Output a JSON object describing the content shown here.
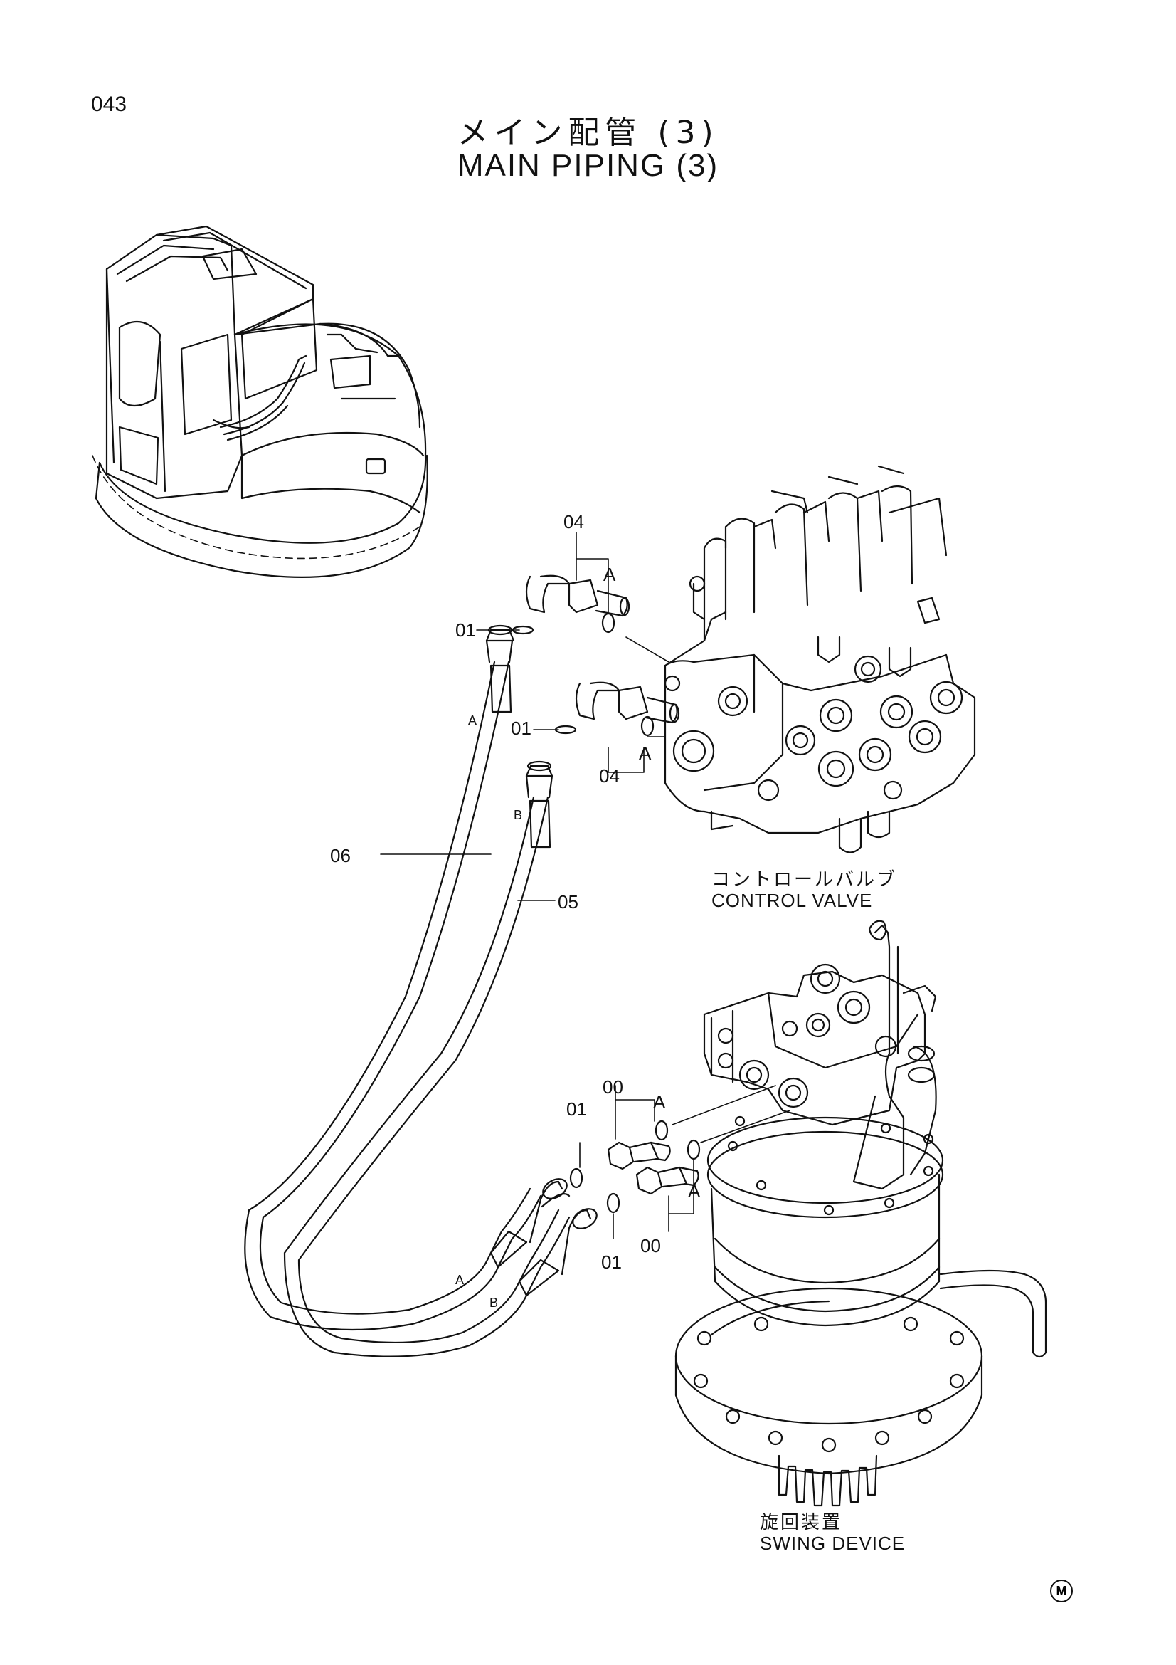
{
  "page": {
    "number": "043",
    "title_jp": "メイン配管 (3)",
    "title_en": "MAIN PIPING (3)",
    "corner_mark": "M"
  },
  "assemblies": {
    "control_valve": {
      "label_jp": "コントロールバルブ",
      "label_en": "CONTROL VALVE"
    },
    "swing_device": {
      "label_jp": "旋回装置",
      "label_en": "SWING DEVICE"
    }
  },
  "callouts": {
    "c04_top": "04",
    "cA_top": "A",
    "c01_top": "01",
    "c01_mid": "01",
    "cA_mid": "A",
    "c04_mid": "04",
    "hoseA_top": "A",
    "hoseB_top": "B",
    "c06": "06",
    "c05": "05",
    "c00_top": "00",
    "cA_swing_top": "A",
    "c01_swing_top": "01",
    "cA_swing_bottom": "A",
    "c00_bottom": "00",
    "c01_swing_bottom": "01",
    "hoseA_bottom": "A",
    "hoseB_bottom": "B"
  },
  "colors": {
    "line": "#111111",
    "background": "#ffffff"
  }
}
